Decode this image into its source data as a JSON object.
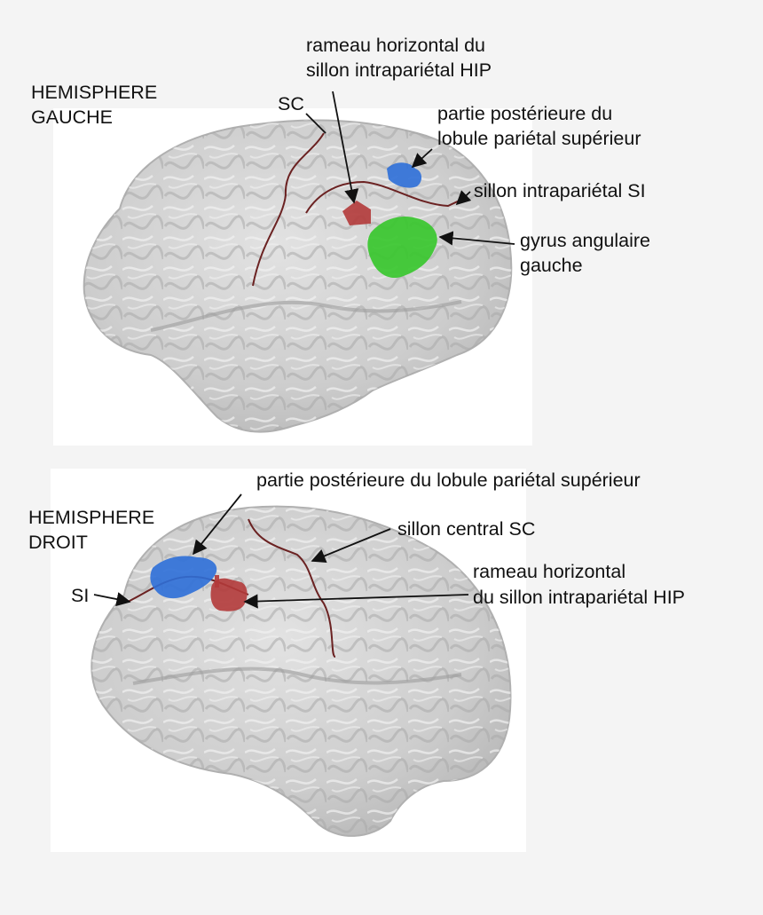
{
  "colors": {
    "background": "#f4f4f4",
    "brain": "#cfcfcf",
    "sulcus_line": "#6b2222",
    "hip_region": "#b23a3a",
    "parietal_region": "#2e6fd8",
    "angular_region": "#35c72a"
  },
  "top": {
    "hemisphere": [
      "HEMISPHERE",
      "GAUCHE"
    ],
    "hip": [
      "rameau horizontal du",
      "sillon intrapariétal HIP"
    ],
    "sc": "SC",
    "parietal": [
      "partie postérieure du",
      "lobule pariétal supérieur"
    ],
    "si": "sillon intrapariétal SI",
    "angular": [
      "gyrus angulaire",
      "gauche"
    ]
  },
  "bottom": {
    "parietal": "partie postérieure du lobule pariétal supérieur",
    "hemisphere": [
      "HEMISPHERE",
      "DROIT"
    ],
    "sc": "sillon central SC",
    "hip": [
      "rameau horizontal",
      "du sillon intrapariétal HIP"
    ],
    "si": "SI"
  }
}
